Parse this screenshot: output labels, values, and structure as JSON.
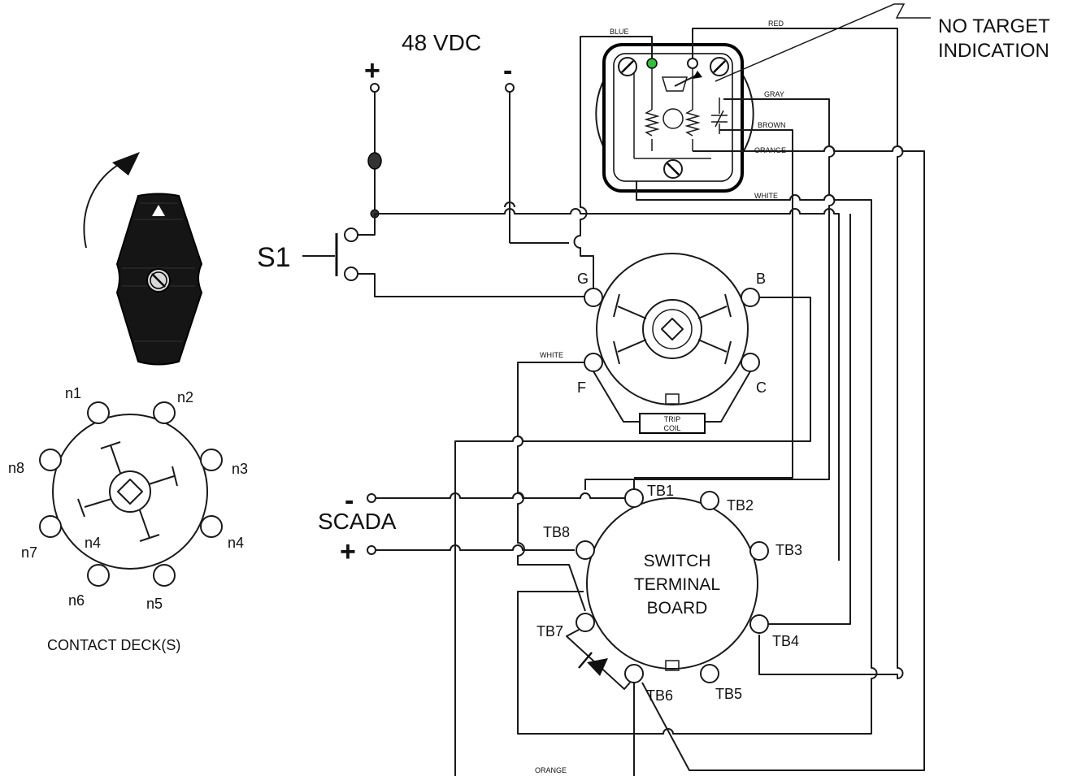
{
  "supply": {
    "voltage": "48 VDC",
    "plus": "+",
    "minus": "-"
  },
  "switch_label": "S1",
  "no_target": {
    "line1": "NO TARGET",
    "line2": "INDICATION"
  },
  "wires": {
    "blue": "BLUE",
    "red": "RED",
    "gray": "GRAY",
    "brown": "BROWN",
    "orange_top": "ORANGE",
    "white_top": "WHITE",
    "white_mid": "WHITE",
    "orange_bottom": "ORANGE"
  },
  "relay": {
    "g": "G",
    "b": "B",
    "f": "F",
    "c": "C",
    "trip_coil_1": "TRIP",
    "trip_coil_2": "COIL"
  },
  "scada": {
    "label": "SCADA",
    "minus": "-",
    "plus": "+"
  },
  "board": {
    "line1": "SWITCH",
    "line2": "TERMINAL",
    "line3": "BOARD",
    "terminals": [
      "TB1",
      "TB2",
      "TB3",
      "TB4",
      "TB5",
      "TB6",
      "TB7",
      "TB8"
    ]
  },
  "deck": {
    "caption": "CONTACT DECK(S)",
    "labels": [
      "n1",
      "n2",
      "n3",
      "n4",
      "n5",
      "n6",
      "n7",
      "n8"
    ],
    "inner_label": "n4"
  },
  "colors": {
    "indicator": "#2fbf3a",
    "ink": "#1a1a1a",
    "knob": "#151515"
  }
}
